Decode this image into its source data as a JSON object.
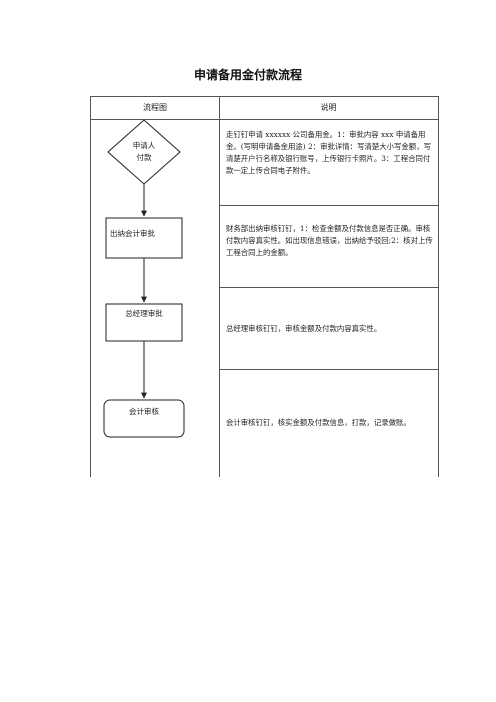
{
  "title": "申请备用金付款流程",
  "table": {
    "header": {
      "flowchart": "流程图",
      "description": "说明"
    }
  },
  "flow": {
    "applicant_line1": "申请人",
    "applicant_line2": "付款",
    "cashier": "出纳会计审批",
    "manager": "总经理审批",
    "accounting": "会计审核"
  },
  "descriptions": [
    "走钉钉申请 xxxxxx 公司备用金。1：审批内容 xxx 申请备用金。(写明申请备金用途) 2：审批详情：写清楚大小写金额，写清楚开户行名称及银行账号，上传银行卡照片。3：工程合同付款一定上传合同电子附件。",
    "财务部出纳审核钉钉，1：检查金额及付款信息是否正确。审核付款内容真实性。如出现信息错误，出纳给予驳回;2：核对上传工程合同上的金额。",
    "总经理审核钉钉，审核金额及付款内容真实性。",
    "会计审核钉钉，核实金额及付款信息，打款，记录做账。"
  ]
}
